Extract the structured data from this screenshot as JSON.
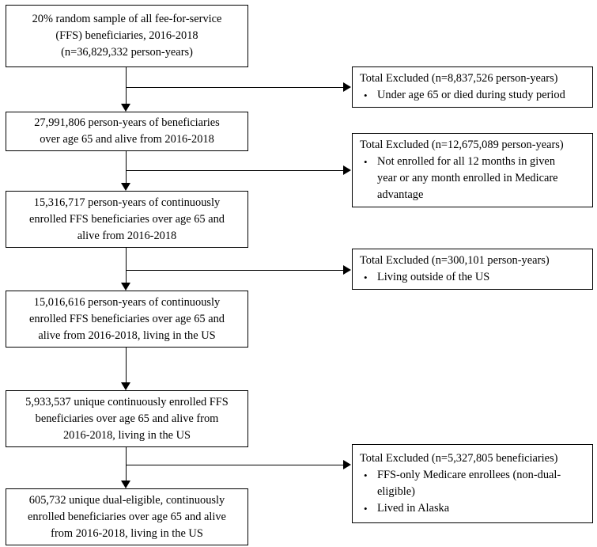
{
  "figure": {
    "type": "flowchart",
    "title": "Study cohort selection flow diagram",
    "orientation": "top-to-bottom with right-side exclusion branches"
  },
  "main_nodes": [
    {
      "id": "node-1",
      "name": "initial-sample-box",
      "lines": [
        "20% random sample of all fee-for-service",
        "(FFS) beneficiaries, 2016-2018",
        "(n=36,829,332 person-years)"
      ]
    },
    {
      "id": "node-2",
      "name": "over-65-alive-box",
      "lines": [
        "27,991,806 person-years of beneficiaries",
        "over age 65 and alive from 2016-2018"
      ]
    },
    {
      "id": "node-3",
      "name": "continuously-enrolled-box",
      "lines": [
        "15,316,717 person-years of continuously",
        "enrolled FFS beneficiaries over age 65 and",
        "alive from 2016-2018"
      ]
    },
    {
      "id": "node-4",
      "name": "living-in-us-box",
      "lines": [
        "15,016,616 person-years of continuously",
        "enrolled FFS beneficiaries over age 65 and",
        "alive from 2016-2018, living in the US"
      ]
    },
    {
      "id": "node-5",
      "name": "unique-beneficiaries-box",
      "lines": [
        "5,933,537 unique continuously enrolled FFS",
        "beneficiaries over age 65 and alive from",
        "2016-2018, living in the US"
      ]
    },
    {
      "id": "node-6",
      "name": "final-dual-eligible-box",
      "lines": [
        "605,732 unique dual-eligible, continuously",
        "enrolled beneficiaries over age 65 and alive",
        "from 2016-2018, living in the US"
      ]
    }
  ],
  "exclusion_nodes": [
    {
      "id": "excl-1",
      "name": "exclusion-box-1",
      "heading": "Total Excluded (n=8,837,526 person-years)",
      "bullets": [
        {
          "lines": [
            "Under age 65 or died during study period"
          ]
        }
      ]
    },
    {
      "id": "excl-2",
      "name": "exclusion-box-2",
      "heading": "Total Excluded (n=12,675,089 person-years)",
      "bullets": [
        {
          "lines": [
            "Not enrolled for all 12 months in given",
            "year or any month enrolled in Medicare",
            "advantage"
          ]
        }
      ]
    },
    {
      "id": "excl-3",
      "name": "exclusion-box-3",
      "heading": "Total Excluded (n=300,101 person-years)",
      "bullets": [
        {
          "lines": [
            "Living outside of the US"
          ]
        }
      ]
    },
    {
      "id": "excl-4",
      "name": "exclusion-box-4",
      "heading": "Total Excluded (n=5,327,805 beneficiaries)",
      "bullets": [
        {
          "lines": [
            "FFS-only Medicare enrollees (non-dual-",
            "eligible)"
          ]
        },
        {
          "lines": [
            "Lived in Alaska"
          ]
        }
      ]
    }
  ],
  "glyphs": {
    "bullet": "•"
  },
  "colors": {
    "stroke": "#000000",
    "fill": "#ffffff",
    "text": "#000000"
  }
}
